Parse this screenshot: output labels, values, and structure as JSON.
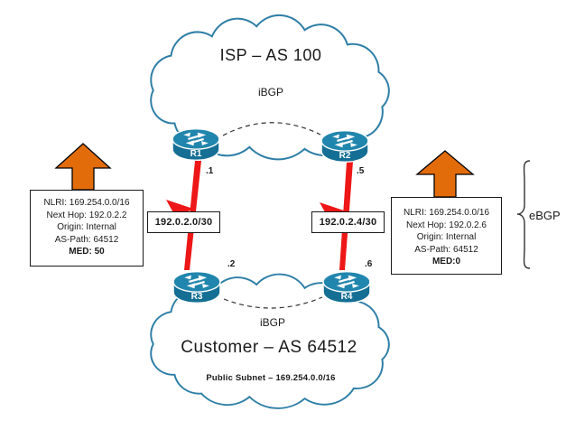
{
  "isp_cloud": {
    "title": "ISP – AS 100",
    "ibgp_label": "iBGP"
  },
  "customer_cloud": {
    "title": "Customer – AS 64512",
    "ibgp_label": "iBGP",
    "subnet_label": "Public Subnet – 169.254.0.0/16"
  },
  "routers": {
    "r1": "R1",
    "r2": "R2",
    "r3": "R3",
    "r4": "R4"
  },
  "links": {
    "left": {
      "subnet": "192.0.2.0/30",
      "isp_side": ".1",
      "customer_side": ".2"
    },
    "right": {
      "subnet": "192.0.2.4/30",
      "isp_side": ".5",
      "customer_side": ".6"
    }
  },
  "advertisements": {
    "left": {
      "nlri": "NLRI: 169.254.0.0/16",
      "next_hop": "Next Hop: 192.0.2.2",
      "origin": "Origin: Internal",
      "as_path": "AS-Path: 64512",
      "med": "MED: 50"
    },
    "right": {
      "nlri": "NLRI: 169.254.0.0/16",
      "next_hop": "Next Hop: 192.0.2.6",
      "origin": "Origin: Internal",
      "as_path": "AS-Path: 64512",
      "med": "MED:0"
    }
  },
  "ebgp_label": "eBGP",
  "colors": {
    "router_body": "#156f94",
    "router_top": "#2186ad",
    "cloud_stroke": "#2e7ea6",
    "link_red": "#ee1717",
    "arrow_orange": "#e36c0a",
    "text": "#1a1a1a"
  }
}
